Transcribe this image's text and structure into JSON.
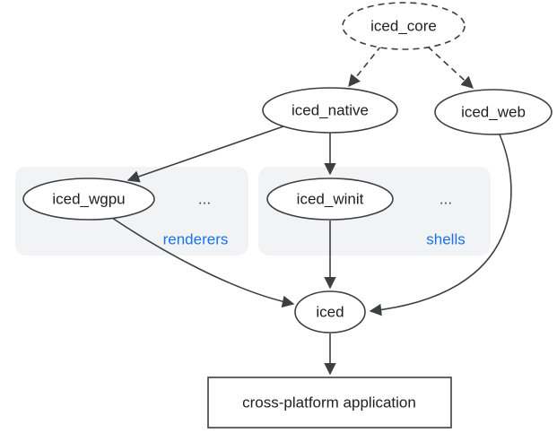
{
  "diagram": {
    "type": "dependency-graph",
    "colors": {
      "background": "#ffffff",
      "stroke": "#3c4043",
      "text": "#202124",
      "accent_blue": "#1a73e8",
      "group_fill": "#f1f3f4",
      "node_fill": "#ffffff"
    },
    "nodes": {
      "iced_core": {
        "label": "iced_core",
        "shape": "ellipse",
        "border": "dashed"
      },
      "iced_native": {
        "label": "iced_native",
        "shape": "ellipse",
        "border": "solid"
      },
      "iced_web": {
        "label": "iced_web",
        "shape": "ellipse",
        "border": "solid"
      },
      "iced_wgpu": {
        "label": "iced_wgpu",
        "shape": "ellipse",
        "border": "solid"
      },
      "iced_winit": {
        "label": "iced_winit",
        "shape": "ellipse",
        "border": "solid"
      },
      "iced": {
        "label": "iced",
        "shape": "ellipse",
        "border": "solid"
      },
      "app": {
        "label": "cross-platform application",
        "shape": "rectangle",
        "border": "solid"
      }
    },
    "groups": {
      "renderers": {
        "label": "renderers",
        "ellipsis": "...",
        "members": [
          "iced_wgpu"
        ]
      },
      "shells": {
        "label": "shells",
        "ellipsis": "...",
        "members": [
          "iced_winit"
        ]
      }
    },
    "edges": [
      {
        "from": "iced_core",
        "to": "iced_native",
        "style": "dashed"
      },
      {
        "from": "iced_core",
        "to": "iced_web",
        "style": "dashed"
      },
      {
        "from": "iced_native",
        "to": "iced_wgpu",
        "style": "solid"
      },
      {
        "from": "iced_native",
        "to": "iced_winit",
        "style": "solid"
      },
      {
        "from": "iced_wgpu",
        "to": "iced",
        "style": "solid"
      },
      {
        "from": "iced_winit",
        "to": "iced",
        "style": "solid"
      },
      {
        "from": "iced_web",
        "to": "iced",
        "style": "solid"
      },
      {
        "from": "iced",
        "to": "app",
        "style": "solid"
      }
    ]
  }
}
